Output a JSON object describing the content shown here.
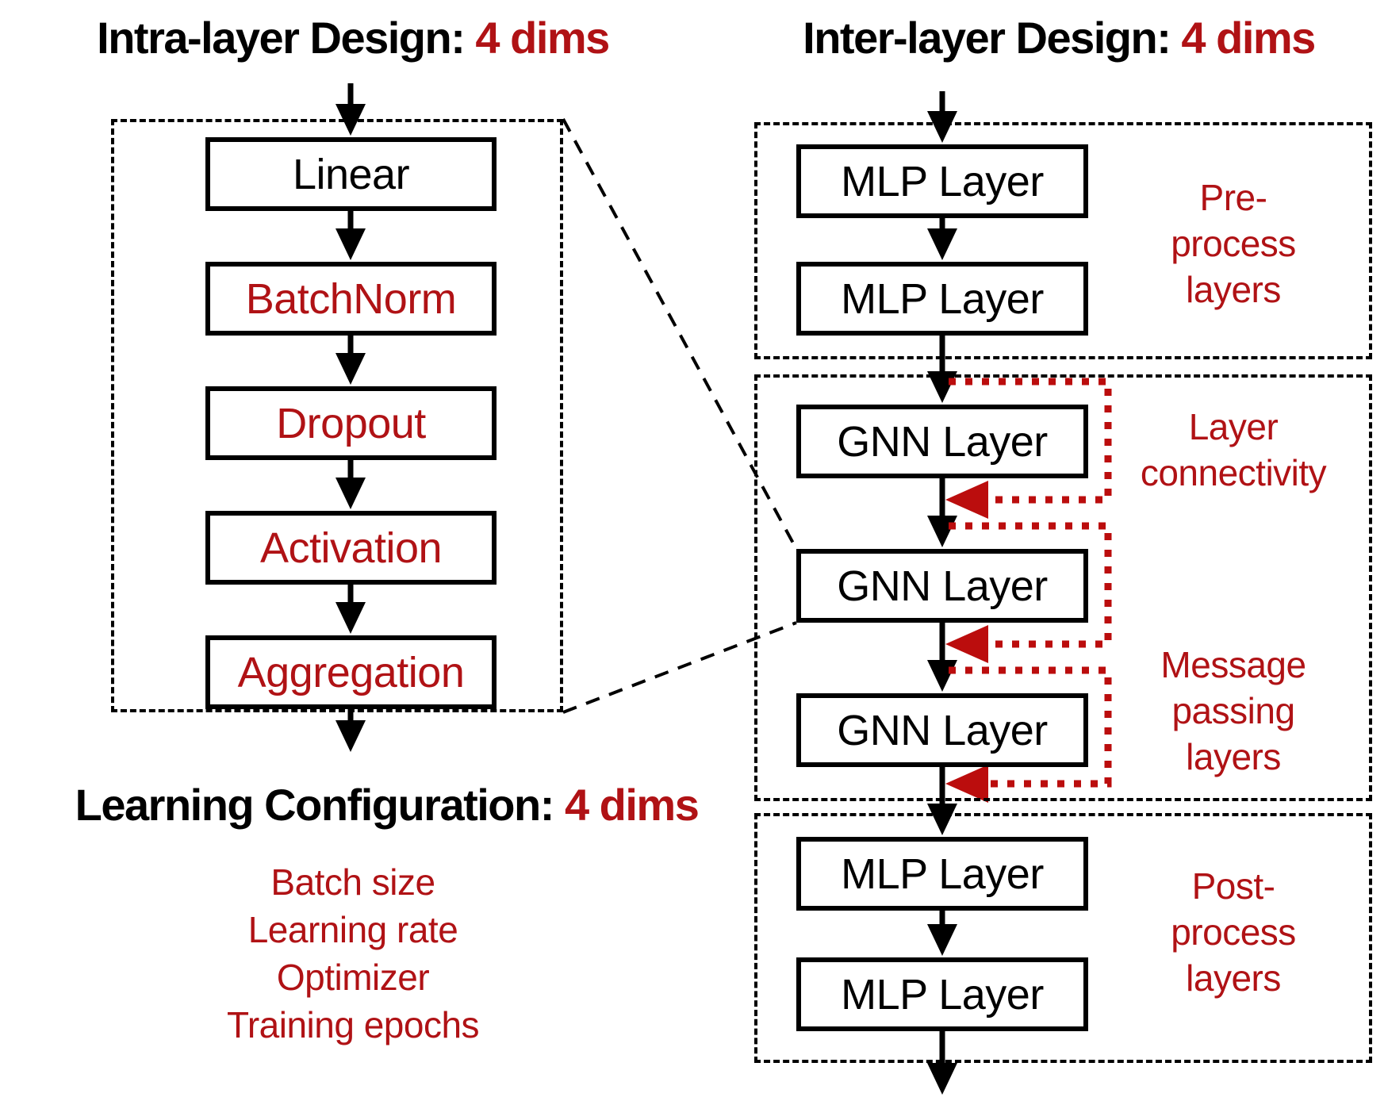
{
  "colors": {
    "background": "#ffffff",
    "ink": "#000000",
    "red_text": "#b01215",
    "red_line": "#bb0d0d"
  },
  "headings": {
    "intra": {
      "main": "Intra-layer Design: ",
      "accent": "4 dims"
    },
    "inter": {
      "main": "Inter-layer Design: ",
      "accent": "4 dims"
    },
    "learning": {
      "main": "Learning Configuration: ",
      "accent": "4 dims"
    }
  },
  "intra": {
    "boxes": [
      "Linear",
      "BatchNorm",
      "Dropout",
      "Activation",
      "Aggregation"
    ]
  },
  "inter": {
    "boxes": [
      "MLP Layer",
      "MLP Layer",
      "GNN Layer",
      "GNN Layer",
      "GNN Layer",
      "MLP Layer",
      "MLP Layer"
    ],
    "labels": {
      "pre": "Pre-\nprocess\nlayers",
      "connectivity": "Layer\nconnectivity",
      "message": "Message\npassing\nlayers",
      "post": "Post-\nprocess\nlayers"
    }
  },
  "learning": {
    "items": [
      "Batch size",
      "Learning rate",
      "Optimizer",
      "Training epochs"
    ]
  }
}
